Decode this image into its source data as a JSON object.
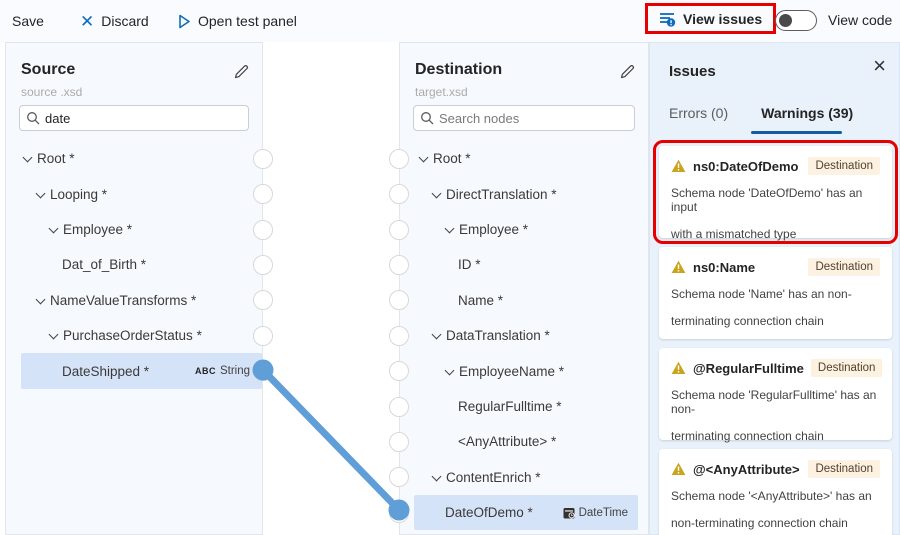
{
  "toolbar": {
    "save": "Save",
    "discard": "Discard",
    "open_test_panel": "Open test panel",
    "view_issues": "View issues",
    "view_code": "View code"
  },
  "source": {
    "title": "Source",
    "subtitle": "source .xsd",
    "search_value": "date",
    "nodes": [
      {
        "label": "Root *"
      },
      {
        "label": "Looping *"
      },
      {
        "label": "Employee *"
      },
      {
        "label": "Dat_of_Birth *"
      },
      {
        "label": "NameValueTransforms *"
      },
      {
        "label": "PurchaseOrderStatus *"
      },
      {
        "label": "DateShipped *",
        "badge_prefix": "ABC",
        "badge_type": "String",
        "selected": true
      }
    ]
  },
  "destination": {
    "title": "Destination",
    "subtitle": "target.xsd",
    "search_placeholder": "Search nodes",
    "nodes": [
      {
        "label": "Root *"
      },
      {
        "label": "DirectTranslation *"
      },
      {
        "label": "Employee *"
      },
      {
        "label": "ID *"
      },
      {
        "label": "Name *"
      },
      {
        "label": "DataTranslation *"
      },
      {
        "label": "EmployeeName *"
      },
      {
        "label": "RegularFulltime *"
      },
      {
        "label": "<AnyAttribute> *"
      },
      {
        "label": "ContentEnrich *"
      },
      {
        "label": "DateOfDemo *",
        "badge_type": "DateTime",
        "selected": true
      }
    ]
  },
  "issues": {
    "title": "Issues",
    "tabs": [
      {
        "label": "Errors (0)"
      },
      {
        "label": "Warnings (39)",
        "active": true
      }
    ],
    "cards": [
      {
        "title": "ns0:DateOfDemo",
        "badge": "Destination",
        "desc1": "Schema node 'DateOfDemo' has an input",
        "desc2": "with a mismatched type",
        "highlighted": true
      },
      {
        "title": "ns0:Name",
        "badge": "Destination",
        "desc1": "Schema node 'Name' has an non-",
        "desc2": "terminating connection chain"
      },
      {
        "title": "@RegularFulltime",
        "badge": "Destination",
        "desc1": "Schema node 'RegularFulltime' has an non-",
        "desc2": "terminating connection chain"
      },
      {
        "title": "@<AnyAttribute>",
        "badge": "Destination",
        "desc1": "Schema node '<AnyAttribute>' has an",
        "desc2": "non-terminating connection chain"
      }
    ]
  },
  "colors": {
    "accent": "#0f6cbd",
    "connection": "#5f9ed6",
    "warning": "#c9a41d",
    "highlight_red": "#e60000",
    "selected_row": "#d5e3f8",
    "tab_underline": "#115ea3"
  }
}
